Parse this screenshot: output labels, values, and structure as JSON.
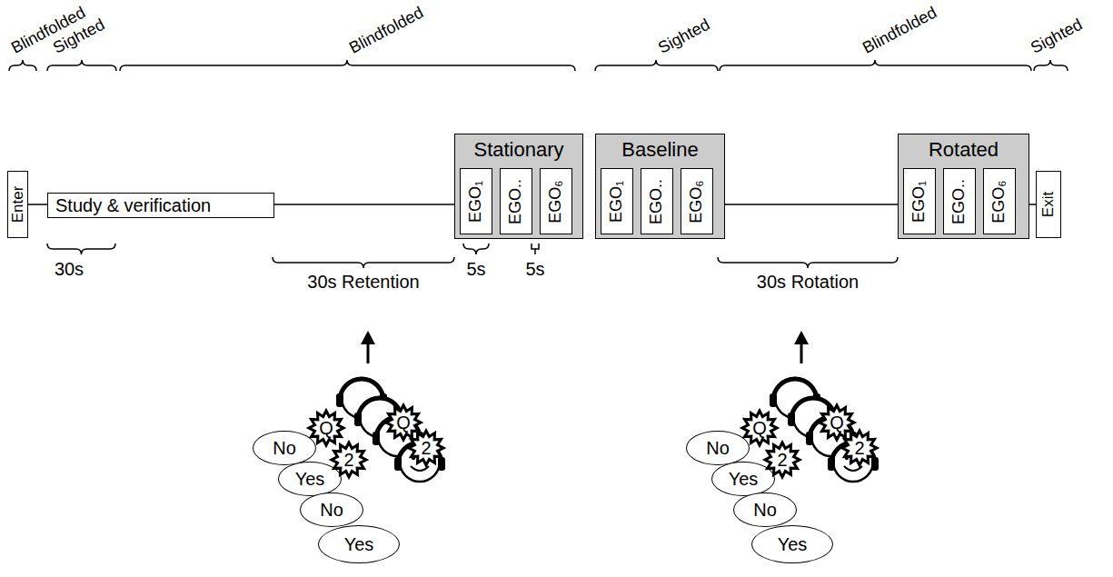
{
  "diagram": {
    "nodes": [
      {
        "text": [
          "Enter"
        ]
      },
      {
        "text": [
          "Study & verification"
        ]
      },
      {
        "text": [
          "Stationary"
        ]
      },
      {
        "text": [
          "EGO₁"
        ],
        "in": 2
      },
      {
        "text": [
          "EGO.."
        ],
        "in": 2
      },
      {
        "text": [
          "EGO₆"
        ],
        "in": 2
      },
      {
        "text": [
          "Baseline"
        ]
      },
      {
        "text": [
          "EGO₁"
        ],
        "in": 6
      },
      {
        "text": [
          "EGO.."
        ],
        "in": 6
      },
      {
        "text": [
          "EGO₆"
        ],
        "in": 6
      },
      {
        "text": [
          "Rotated"
        ]
      },
      {
        "text": [
          "EGO₁"
        ],
        "in": 10
      },
      {
        "text": [
          "EGO.."
        ],
        "in": 10
      },
      {
        "text": [
          "EGO₆"
        ],
        "in": 10
      },
      {
        "text": [
          "Exit"
        ]
      },
      {
        "text": [
          "No"
        ]
      },
      {
        "text": [
          "Yes"
        ]
      },
      {
        "text": [
          "No"
        ]
      },
      {
        "text": [
          "Yes"
        ]
      },
      {
        "text": [
          "Q"
        ]
      },
      {
        "text": [
          "2"
        ]
      },
      {
        "text": [
          "Q"
        ]
      },
      {
        "text": [
          "2"
        ]
      },
      {
        "text": [
          "No"
        ]
      },
      {
        "text": [
          "Yes"
        ]
      },
      {
        "text": [
          "No"
        ]
      },
      {
        "text": [
          "Yes"
        ]
      },
      {
        "text": [
          "Q"
        ]
      },
      {
        "text": [
          "2"
        ]
      },
      {
        "text": [
          "Q"
        ]
      },
      {
        "text": [
          "2"
        ]
      }
    ],
    "edges": [
      {
        "from": 0,
        "to": 1,
        "arrow": "none"
      },
      {
        "from": 1,
        "to": 2,
        "arrow": "none"
      },
      {
        "from": 6,
        "to": 10,
        "arrow": "none"
      },
      {
        "from": 10,
        "to": 14,
        "arrow": "none"
      }
    ],
    "labels": [
      "Blindfolded",
      "Sighted",
      "Blindfolded",
      "Sighted",
      "Blindfolded",
      "Sighted",
      "30s",
      "30s Retention",
      "5s",
      "5s",
      "30s Rotation"
    ]
  }
}
